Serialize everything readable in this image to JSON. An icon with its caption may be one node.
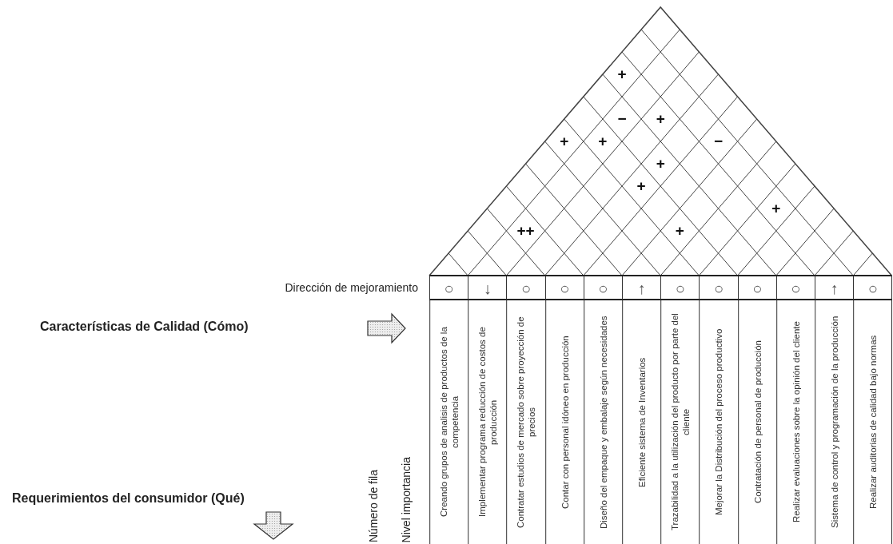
{
  "diagram": {
    "labels": [
      "+",
      "−",
      "+",
      "+",
      "+",
      "−",
      "+",
      "+",
      "+",
      "++",
      "+",
      "Dirección de mejoramiento",
      "○",
      "↓",
      "○",
      "○",
      "○",
      "↑",
      "○",
      "○",
      "○",
      "○",
      "↑",
      "○",
      "Características de Calidad (Cómo)",
      "Creando grupos de analisis de productos de la competencia",
      "Implementar programa reducción de costos de producción",
      "Contratar estudios de mercado sobre proyección de precios",
      "Contar con personal idóneo en producción",
      "Diseño del empaque y embalaje según necesidades",
      "Eficiente sistema de Inventarios",
      "Trazabilidad a la utilización del producto por parte del cliente",
      "Mejorar la Distribución del proceso productivo",
      "Contratación de personal de producción",
      "Realizar evaluaciones sobre la opinión del cliente",
      "Sistema de control y programación de la producción",
      "Realizar auditorias de calidad bajo normas",
      "Requerimientos del consumidor (Qué)",
      "Número de fila",
      "Nivel importancia"
    ]
  }
}
